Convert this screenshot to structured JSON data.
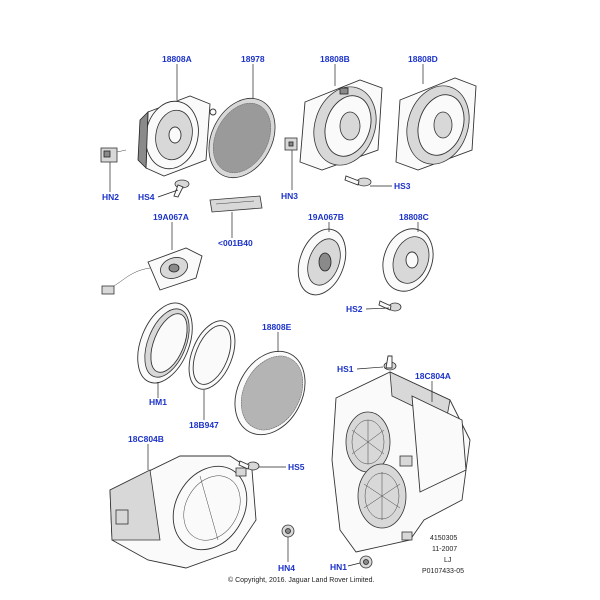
{
  "diagram": {
    "callouts": [
      {
        "id": "18808A",
        "text": "18808A"
      },
      {
        "id": "18978",
        "text": "18978"
      },
      {
        "id": "18808B",
        "text": "18808B"
      },
      {
        "id": "18808D",
        "text": "18808D"
      },
      {
        "id": "HN2",
        "text": "HN2"
      },
      {
        "id": "HS4",
        "text": "HS4"
      },
      {
        "id": "HN3",
        "text": "HN3"
      },
      {
        "id": "HS3",
        "text": "HS3"
      },
      {
        "id": "19A067A",
        "text": "19A067A"
      },
      {
        "id": "001B40",
        "text": "<001B40"
      },
      {
        "id": "19A067B",
        "text": "19A067B"
      },
      {
        "id": "18808C",
        "text": "18808C"
      },
      {
        "id": "HS2",
        "text": "HS2"
      },
      {
        "id": "18808E",
        "text": "18808E"
      },
      {
        "id": "HS1",
        "text": "HS1"
      },
      {
        "id": "18C804A",
        "text": "18C804A"
      },
      {
        "id": "HM1",
        "text": "HM1"
      },
      {
        "id": "18B947",
        "text": "18B947"
      },
      {
        "id": "18C804B",
        "text": "18C804B"
      },
      {
        "id": "HS5",
        "text": "HS5"
      },
      {
        "id": "HN4",
        "text": "HN4"
      },
      {
        "id": "HN1",
        "text": "HN1"
      }
    ],
    "colors": {
      "callout": "#1c33c8",
      "lines": "#222222"
    }
  },
  "footer": {
    "drawing_number": "4150305",
    "date": "11-2007",
    "initials": "LJ",
    "part_ref": "P0107433-05",
    "copyright": "© Copyright, 2016. Jaguar Land Rover Limited."
  }
}
